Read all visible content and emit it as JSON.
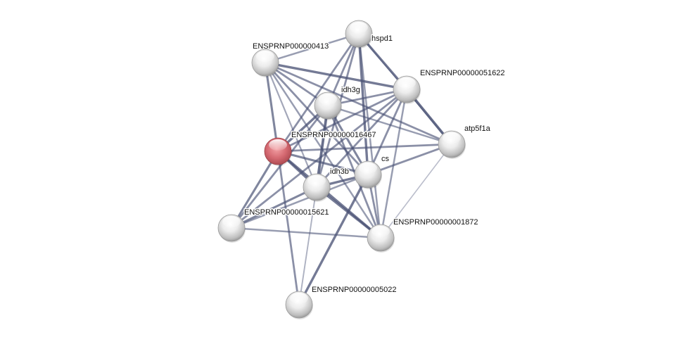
{
  "title": "Protein interaction network",
  "colors": {
    "edge": "#4a5275",
    "node_default": "#d8d8d8",
    "node_query": "#d9737a",
    "background": "#ffffff"
  },
  "nodes": [
    {
      "id": "hspd1",
      "label": "hspd1",
      "query": false
    },
    {
      "id": "ENSPRNP00000041",
      "label": "ENSPRNP000000413",
      "query": false
    },
    {
      "id": "ENSPRNP00000051622",
      "label": "ENSPRNP00000051622",
      "query": false
    },
    {
      "id": "idh3g",
      "label": "idh3g",
      "query": false
    },
    {
      "id": "atp5f1a",
      "label": "atp5f1a",
      "query": false
    },
    {
      "id": "ENSPRNP00000016467",
      "label": "ENSPRNP00000016467",
      "query": true
    },
    {
      "id": "cs",
      "label": "cs",
      "query": false
    },
    {
      "id": "idh3b",
      "label": "idh3b",
      "query": false
    },
    {
      "id": "ENSPRNP00000015621",
      "label": "ENSPRNP00000015621",
      "query": false
    },
    {
      "id": "ENSPRNP00000001872",
      "label": "ENSPRNP00000001872",
      "query": false
    },
    {
      "id": "ENSPRNP00000005022",
      "label": "ENSPRNP00000005022",
      "query": false
    }
  ],
  "edges": [
    {
      "source": "hspd1",
      "target": "ENSPRNP00000041",
      "weight": 0.5
    },
    {
      "source": "hspd1",
      "target": "ENSPRNP00000051622",
      "weight": 0.8
    },
    {
      "source": "hspd1",
      "target": "idh3g",
      "weight": 0.6
    },
    {
      "source": "hspd1",
      "target": "ENSPRNP00000016467",
      "weight": 0.6
    },
    {
      "source": "hspd1",
      "target": "cs",
      "weight": 0.8
    },
    {
      "source": "hspd1",
      "target": "idh3b",
      "weight": 0.6
    },
    {
      "source": "hspd1",
      "target": "ENSPRNP00000001872",
      "weight": 0.5
    },
    {
      "source": "hspd1",
      "target": "atp5f1a",
      "weight": 0.3
    },
    {
      "source": "ENSPRNP00000041",
      "target": "ENSPRNP00000051622",
      "weight": 0.8
    },
    {
      "source": "ENSPRNP00000041",
      "target": "idh3g",
      "weight": 0.6
    },
    {
      "source": "ENSPRNP00000041",
      "target": "ENSPRNP00000016467",
      "weight": 0.7
    },
    {
      "source": "ENSPRNP00000041",
      "target": "cs",
      "weight": 0.6
    },
    {
      "source": "ENSPRNP00000041",
      "target": "idh3b",
      "weight": 0.4
    },
    {
      "source": "ENSPRNP00000041",
      "target": "ENSPRNP00000001872",
      "weight": 0.5
    },
    {
      "source": "ENSPRNP00000041",
      "target": "atp5f1a",
      "weight": 0.6
    },
    {
      "source": "ENSPRNP00000051622",
      "target": "idh3g",
      "weight": 0.6
    },
    {
      "source": "ENSPRNP00000051622",
      "target": "atp5f1a",
      "weight": 0.9
    },
    {
      "source": "ENSPRNP00000051622",
      "target": "ENSPRNP00000016467",
      "weight": 0.6
    },
    {
      "source": "ENSPRNP00000051622",
      "target": "cs",
      "weight": 0.6
    },
    {
      "source": "ENSPRNP00000051622",
      "target": "idh3b",
      "weight": 0.6
    },
    {
      "source": "ENSPRNP00000051622",
      "target": "ENSPRNP00000001872",
      "weight": 0.5
    },
    {
      "source": "ENSPRNP00000051622",
      "target": "ENSPRNP00000015621",
      "weight": 0.6
    },
    {
      "source": "idh3g",
      "target": "ENSPRNP00000016467",
      "weight": 0.8
    },
    {
      "source": "idh3g",
      "target": "cs",
      "weight": 0.7
    },
    {
      "source": "idh3g",
      "target": "idh3b",
      "weight": 0.9
    },
    {
      "source": "idh3g",
      "target": "ENSPRNP00000001872",
      "weight": 0.6
    },
    {
      "source": "idh3g",
      "target": "atp5f1a",
      "weight": 0.5
    },
    {
      "source": "idh3g",
      "target": "ENSPRNP00000015621",
      "weight": 0.6
    },
    {
      "source": "atp5f1a",
      "target": "ENSPRNP00000016467",
      "weight": 0.6
    },
    {
      "source": "atp5f1a",
      "target": "cs",
      "weight": 0.6
    },
    {
      "source": "atp5f1a",
      "target": "ENSPRNP00000001872",
      "weight": 0.2
    },
    {
      "source": "ENSPRNP00000016467",
      "target": "cs",
      "weight": 0.7
    },
    {
      "source": "ENSPRNP00000016467",
      "target": "idh3b",
      "weight": 0.8
    },
    {
      "source": "ENSPRNP00000016467",
      "target": "ENSPRNP00000015621",
      "weight": 0.7
    },
    {
      "source": "ENSPRNP00000016467",
      "target": "ENSPRNP00000001872",
      "weight": 0.8
    },
    {
      "source": "ENSPRNP00000016467",
      "target": "ENSPRNP00000005022",
      "weight": 0.6
    },
    {
      "source": "cs",
      "target": "idh3b",
      "weight": 0.8
    },
    {
      "source": "cs",
      "target": "ENSPRNP00000015621",
      "weight": 0.5
    },
    {
      "source": "cs",
      "target": "ENSPRNP00000001872",
      "weight": 0.6
    },
    {
      "source": "cs",
      "target": "ENSPRNP00000005022",
      "weight": 0.8
    },
    {
      "source": "idh3b",
      "target": "ENSPRNP00000015621",
      "weight": 0.7
    },
    {
      "source": "idh3b",
      "target": "ENSPRNP00000001872",
      "weight": 0.8
    },
    {
      "source": "idh3b",
      "target": "ENSPRNP00000005022",
      "weight": 0.3
    },
    {
      "source": "ENSPRNP00000015621",
      "target": "ENSPRNP00000001872",
      "weight": 0.5
    }
  ]
}
